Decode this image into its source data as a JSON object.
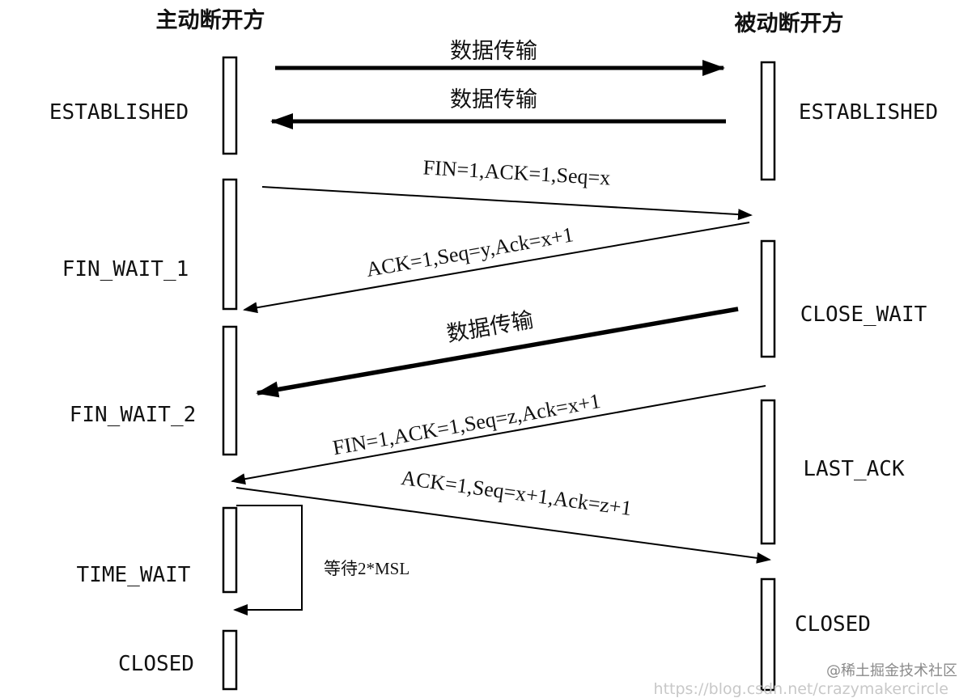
{
  "headers": {
    "active": "主动断开方",
    "passive": "被动断开方"
  },
  "active_states": [
    "ESTABLISHED",
    "FIN_WAIT_1",
    "FIN_WAIT_2",
    "TIME_WAIT",
    "CLOSED"
  ],
  "passive_states": [
    "ESTABLISHED",
    "CLOSE_WAIT",
    "LAST_ACK",
    "CLOSED"
  ],
  "messages": {
    "data1": "数据传输",
    "data2": "数据传输",
    "fin1": "FIN=1,ACK=1,Seq=x",
    "ack1": "ACK=1,Seq=y,Ack=x+1",
    "data3": "数据传输",
    "fin2": "FIN=1,ACK=1,Seq=z,Ack=x+1",
    "ack2": "ACK=1,Seq=x+1,Ack=z+1"
  },
  "wait_note": "等待2*MSL",
  "watermark": {
    "site": "@稀土掘金技术社区",
    "url": "https://blog.csdn.net/crazymakercircle"
  }
}
